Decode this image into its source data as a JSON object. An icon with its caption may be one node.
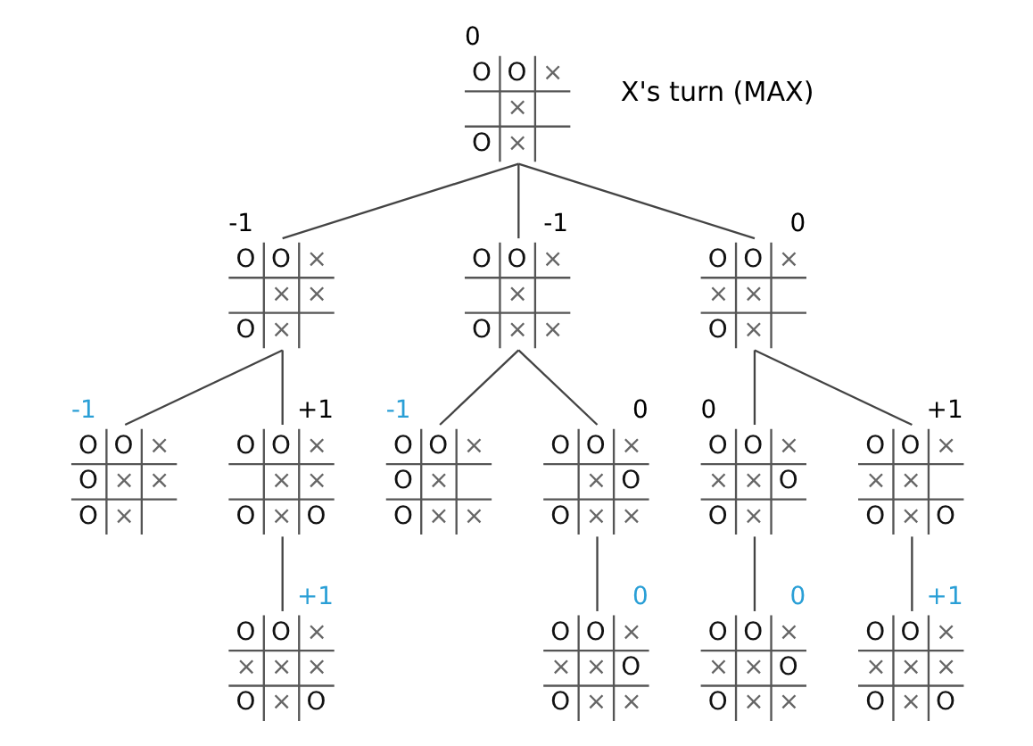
{
  "diagram": {
    "nodes": [
      {
        "text": [
          "O O × × O ×"
        ],
        "beside": [
          "0"
        ]
      },
      {
        "text": [
          "O O × × × O ×"
        ],
        "beside": [
          "-1"
        ]
      },
      {
        "text": [
          "O O × × O × ×"
        ],
        "beside": [
          "-1"
        ]
      },
      {
        "text": [
          "O O × × × O ×"
        ],
        "beside": [
          "0"
        ]
      },
      {
        "text": [
          "O O × O × × O ×"
        ],
        "beside": [
          "-1"
        ]
      },
      {
        "text": [
          "O O × × × O × O"
        ],
        "beside": [
          "+1"
        ]
      },
      {
        "text": [
          "O O × O × O × ×"
        ],
        "beside": [
          "-1"
        ]
      },
      {
        "text": [
          "O O × × O O × ×"
        ],
        "beside": [
          "0"
        ]
      },
      {
        "text": [
          "O O × × × O O ×"
        ],
        "beside": [
          "0"
        ]
      },
      {
        "text": [
          "O O × × × O × O"
        ],
        "beside": [
          "+1"
        ]
      },
      {
        "text": [
          "O O × × × × O × O"
        ],
        "beside": [
          "+1"
        ]
      },
      {
        "text": [
          "O O × × × O O × ×"
        ],
        "beside": [
          "0"
        ]
      },
      {
        "text": [
          "O O × × × O O × ×"
        ],
        "beside": [
          "0"
        ]
      },
      {
        "text": [
          "O O × × × × O × O"
        ],
        "beside": [
          "+1"
        ]
      }
    ],
    "edges": [
      {
        "from": 0,
        "to": 1,
        "arrow": "none"
      },
      {
        "from": 0,
        "to": 2,
        "arrow": "none"
      },
      {
        "from": 0,
        "to": 3,
        "arrow": "none"
      },
      {
        "from": 1,
        "to": 4,
        "arrow": "none"
      },
      {
        "from": 1,
        "to": 5,
        "arrow": "none"
      },
      {
        "from": 2,
        "to": 6,
        "arrow": "none"
      },
      {
        "from": 2,
        "to": 7,
        "arrow": "none"
      },
      {
        "from": 3,
        "to": 8,
        "arrow": "none"
      },
      {
        "from": 3,
        "to": 9,
        "arrow": "none"
      },
      {
        "from": 5,
        "to": 10,
        "arrow": "none"
      },
      {
        "from": 7,
        "to": 11,
        "arrow": "none"
      },
      {
        "from": 8,
        "to": 12,
        "arrow": "none"
      },
      {
        "from": 9,
        "to": 13,
        "arrow": "none"
      }
    ],
    "labels": [
      "X's turn (MAX)"
    ]
  }
}
